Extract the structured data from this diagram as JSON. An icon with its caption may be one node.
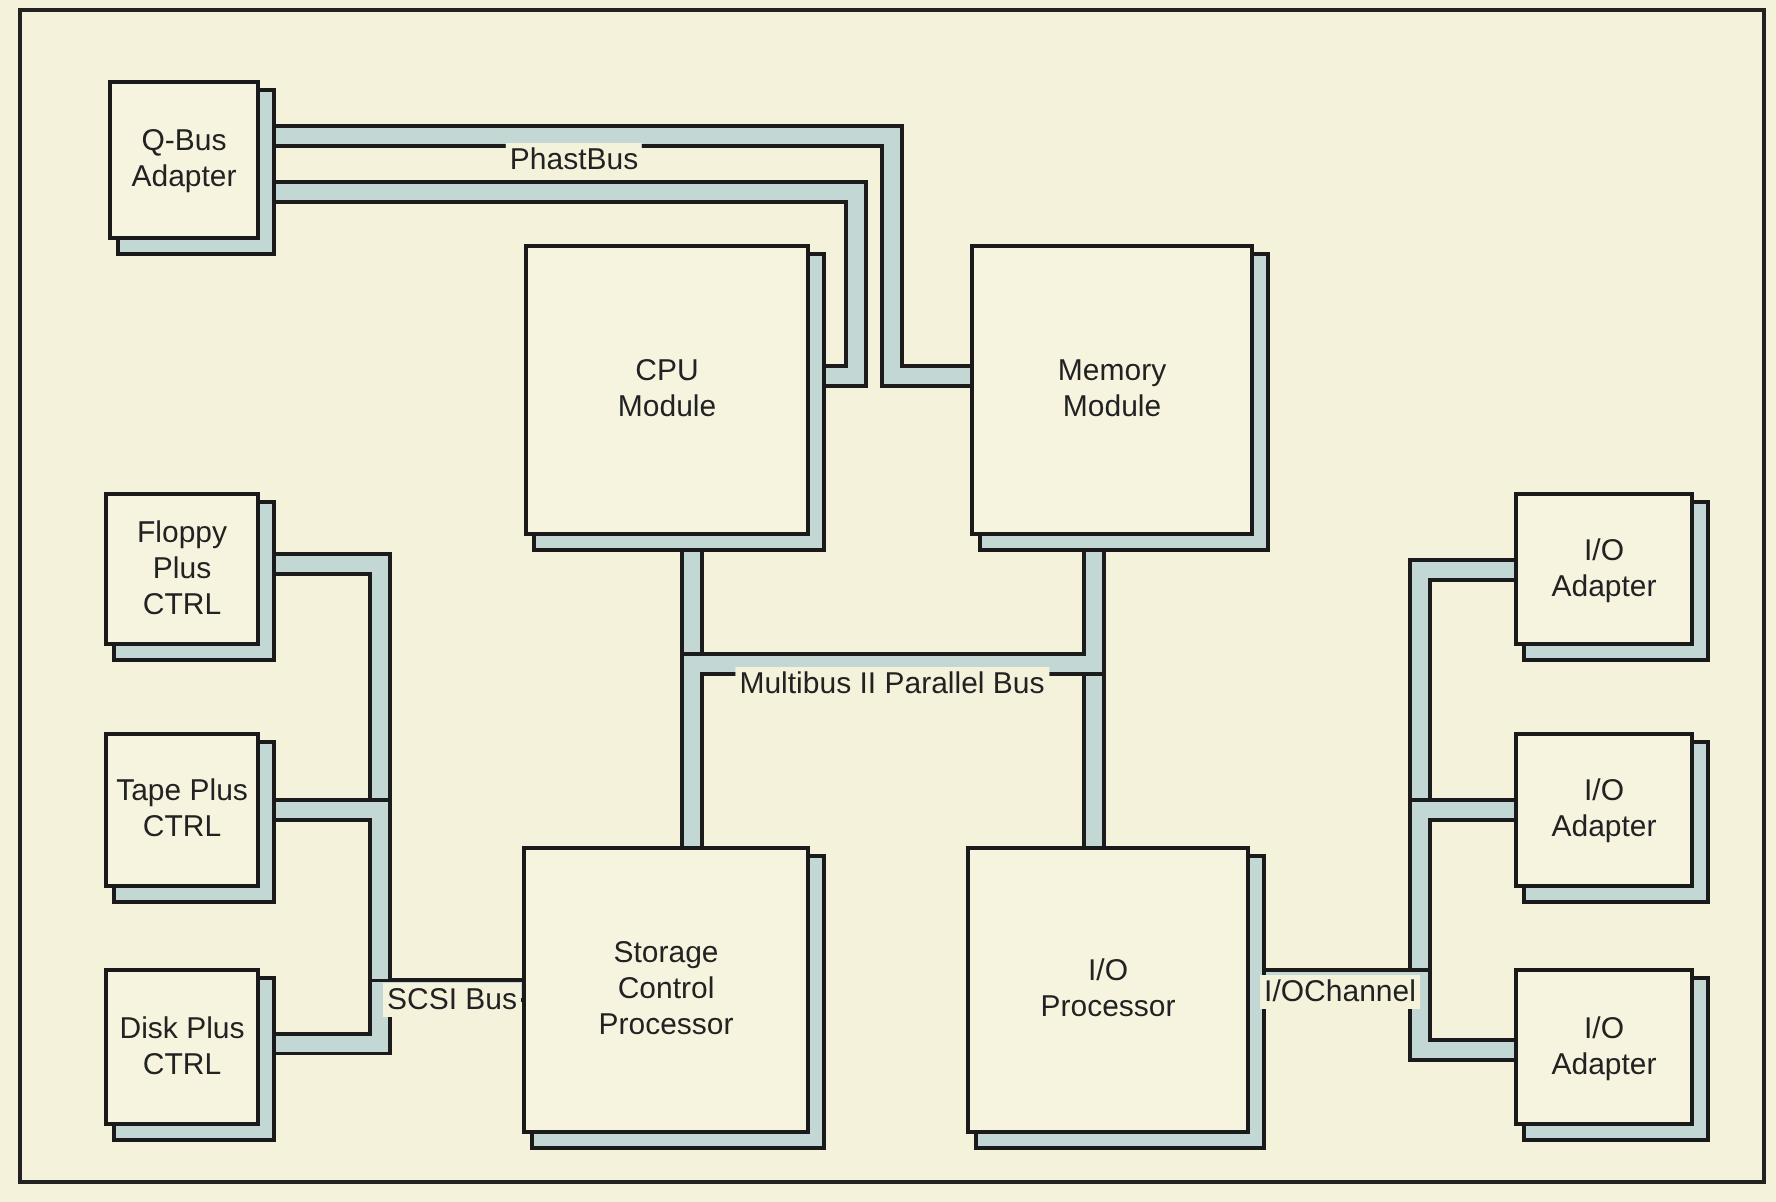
{
  "diagram": {
    "nodes": [
      {
        "text": [
          "Q-Bus Adapter"
        ]
      },
      {
        "text": [
          "CPU Module"
        ]
      },
      {
        "text": [
          "Memory Module"
        ]
      },
      {
        "text": [
          "Floppy Plus CTRL"
        ]
      },
      {
        "text": [
          "Tape Plus CTRL"
        ]
      },
      {
        "text": [
          "Disk Plus CTRL"
        ]
      },
      {
        "text": [
          "Storage Control Processor"
        ]
      },
      {
        "text": [
          "I/O Processor"
        ]
      },
      {
        "text": [
          "I/O Adapter"
        ]
      },
      {
        "text": [
          "I/O Adapter"
        ]
      },
      {
        "text": [
          "I/O Adapter"
        ]
      }
    ],
    "edges": [
      {
        "from": 0,
        "to": 1,
        "arrow": "none"
      },
      {
        "from": 0,
        "to": 2,
        "arrow": "none",
        "label": "PhastBus"
      },
      {
        "from": 1,
        "to": 2,
        "arrow": "none"
      },
      {
        "from": 1,
        "to": 6,
        "arrow": "none"
      },
      {
        "from": 1,
        "to": 7,
        "arrow": "none",
        "label": "Multibus II Parallel Bus"
      },
      {
        "from": 2,
        "to": 6,
        "arrow": "none"
      },
      {
        "from": 2,
        "to": 7,
        "arrow": "none"
      },
      {
        "from": 3,
        "to": 6,
        "arrow": "none"
      },
      {
        "from": 4,
        "to": 6,
        "arrow": "none"
      },
      {
        "from": 5,
        "to": 6,
        "arrow": "none",
        "label": "SCSI Bus"
      },
      {
        "from": 7,
        "to": 8,
        "arrow": "none",
        "label": "I/OChannel"
      },
      {
        "from": 7,
        "to": 9,
        "arrow": "none"
      },
      {
        "from": 7,
        "to": 10,
        "arrow": "none"
      }
    ]
  }
}
